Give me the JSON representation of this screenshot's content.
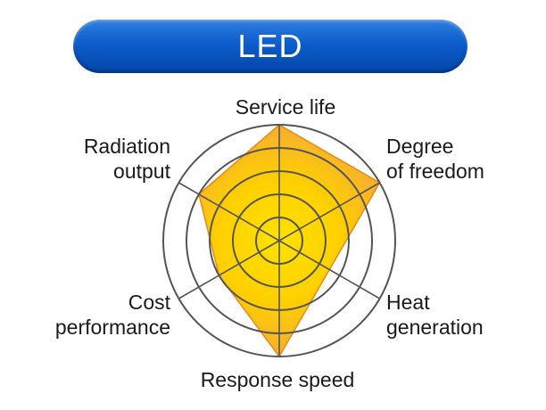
{
  "chart_data": {
    "type": "radar",
    "title": "LED",
    "axes": [
      "Service life",
      "Degree of freedom",
      "Heat generation",
      "Response speed",
      "Cost performance",
      "Radiation output"
    ],
    "axis_label_lines": [
      [
        "Service life"
      ],
      [
        "Degree",
        "of freedom"
      ],
      [
        "Heat",
        "generation"
      ],
      [
        "Response speed"
      ],
      [
        "Cost",
        "performance"
      ],
      [
        "Radiation",
        "output"
      ]
    ],
    "levels": 5,
    "values": [
      5,
      5,
      2.5,
      5,
      3,
      4
    ],
    "rlim": [
      0,
      5
    ],
    "grid": true,
    "legend": "none",
    "colors": {
      "area_outer": "#F5A72B",
      "area_inner": "#FFE200",
      "area_edge": "#E88A12",
      "grid": "#555555",
      "banner": "#0B5CC8"
    }
  }
}
